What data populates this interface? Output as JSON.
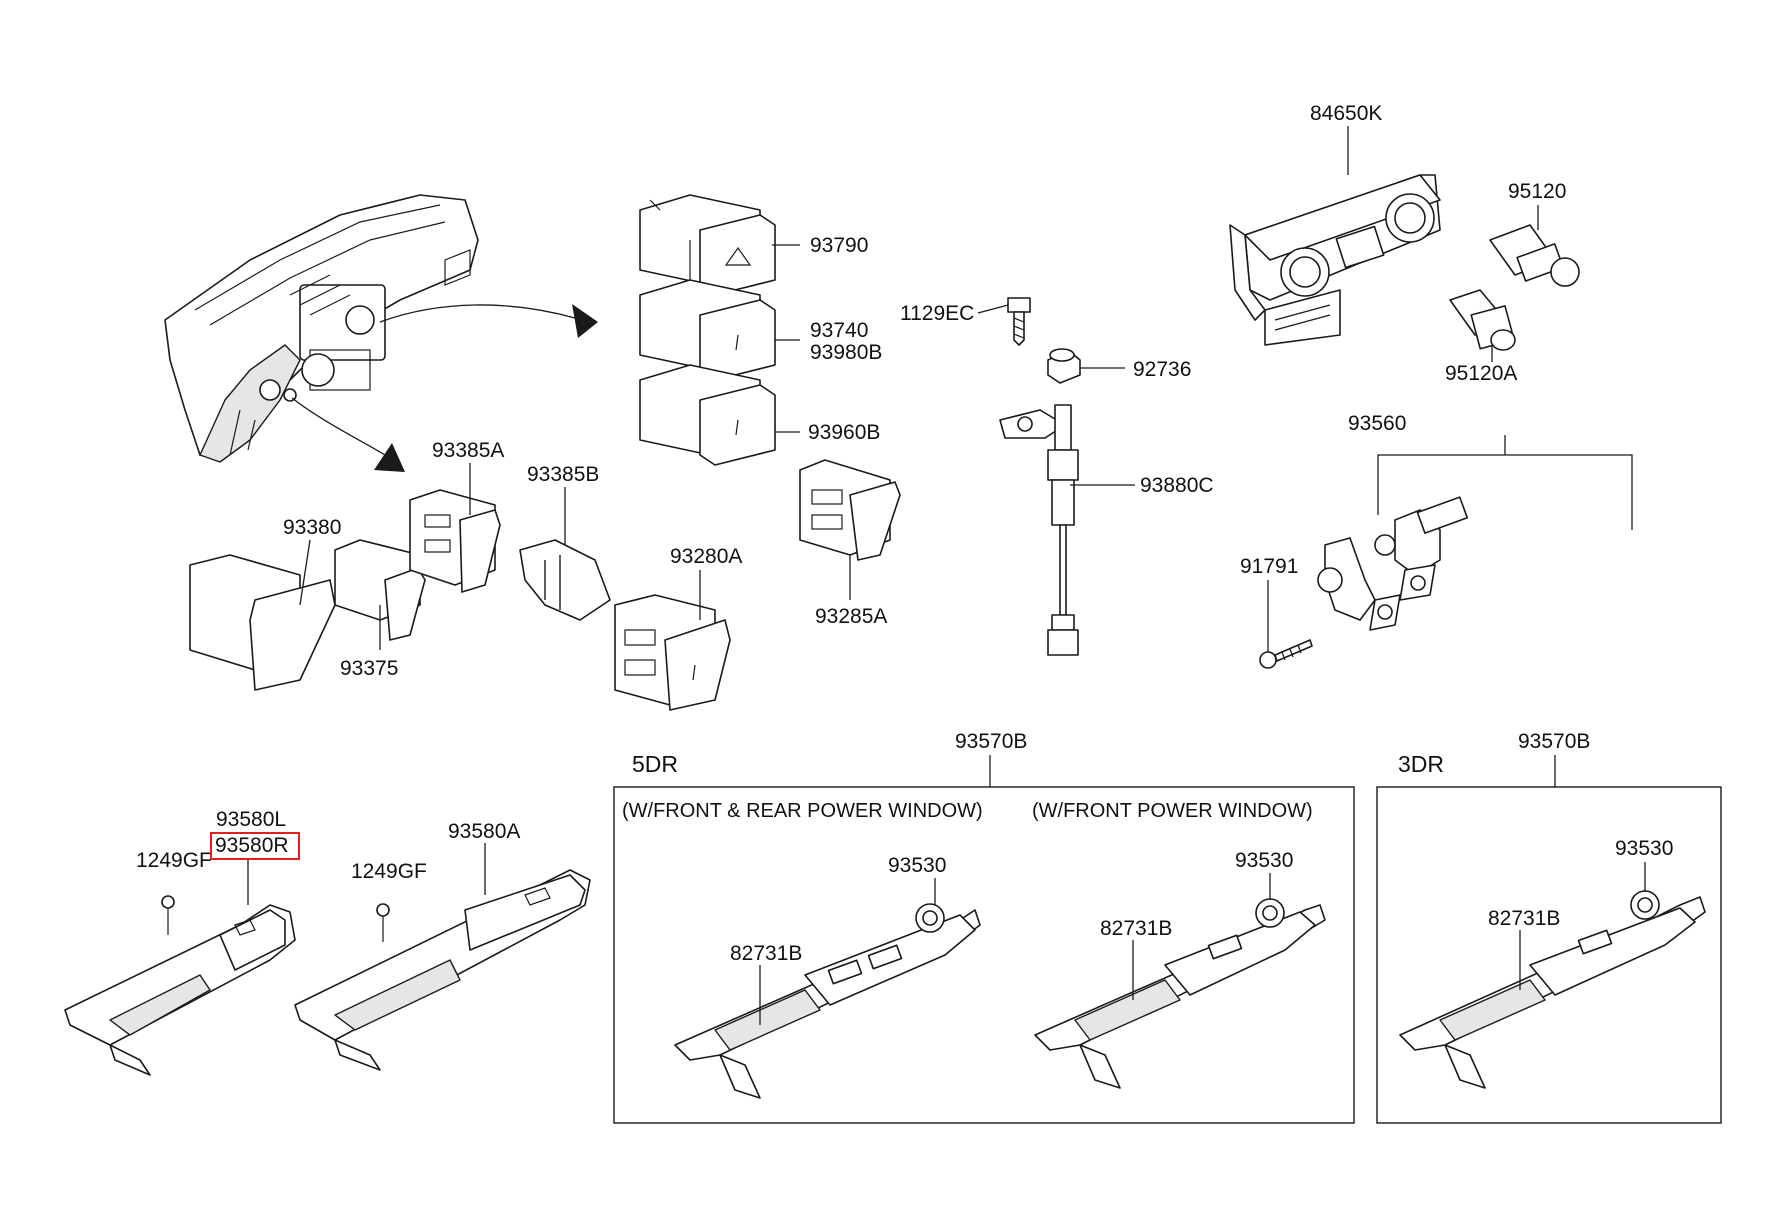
{
  "labels": {
    "p84650K": "84650K",
    "p95120": "95120",
    "p95120A": "95120A",
    "p93790": "93790",
    "p93740": "93740",
    "p93980B": "93980B",
    "p93960B": "93960B",
    "p1129EC": "1129EC",
    "p92736": "92736",
    "p93880C": "93880C",
    "p93560": "93560",
    "p91791": "91791",
    "p93385A": "93385A",
    "p93385B": "93385B",
    "p93380": "93380",
    "p93375": "93375",
    "p93280A": "93280A",
    "p93285A": "93285A",
    "p93570B_5dr": "93570B",
    "p93570B_3dr": "93570B",
    "p93580L": "93580L",
    "p93580R": "93580R",
    "p1249GF_a": "1249GF",
    "p1249GF_b": "1249GF",
    "p93580A": "93580A",
    "p93530_a": "93530",
    "p93530_b": "93530",
    "p93530_c": "93530",
    "p82731B_a": "82731B",
    "p82731B_b": "82731B",
    "p82731B_c": "82731B"
  },
  "sections": {
    "five_door": "5DR",
    "three_door": "3DR",
    "front_rear_power_window": "(W/FRONT & REAR POWER WINDOW)",
    "front_power_window": "(W/FRONT POWER WINDOW)"
  },
  "highlight": {
    "part": "93580R",
    "color": "#e02020"
  }
}
